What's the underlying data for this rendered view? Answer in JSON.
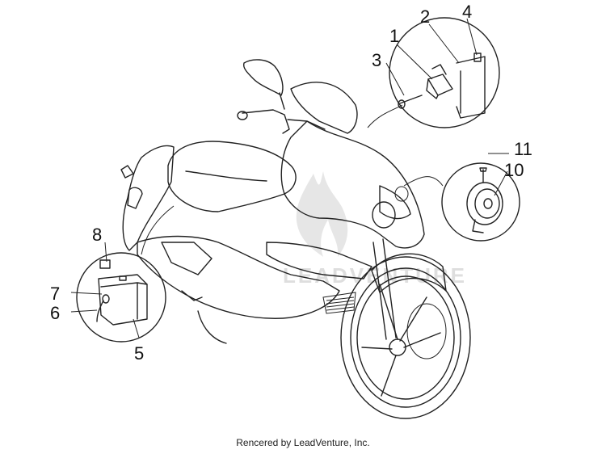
{
  "callouts": {
    "c1": "1",
    "c2": "2",
    "c3": "3",
    "c4": "4",
    "c5": "5",
    "c6": "6",
    "c7": "7",
    "c8": "8",
    "c10": "10",
    "c11": "11"
  },
  "watermark": {
    "text": "LEADVENTURE"
  },
  "footer": {
    "credit": "Rencered by LeadVenture, Inc."
  },
  "icons": [
    "scooter-outline",
    "relay",
    "horn",
    "battery",
    "watermark-flame"
  ]
}
